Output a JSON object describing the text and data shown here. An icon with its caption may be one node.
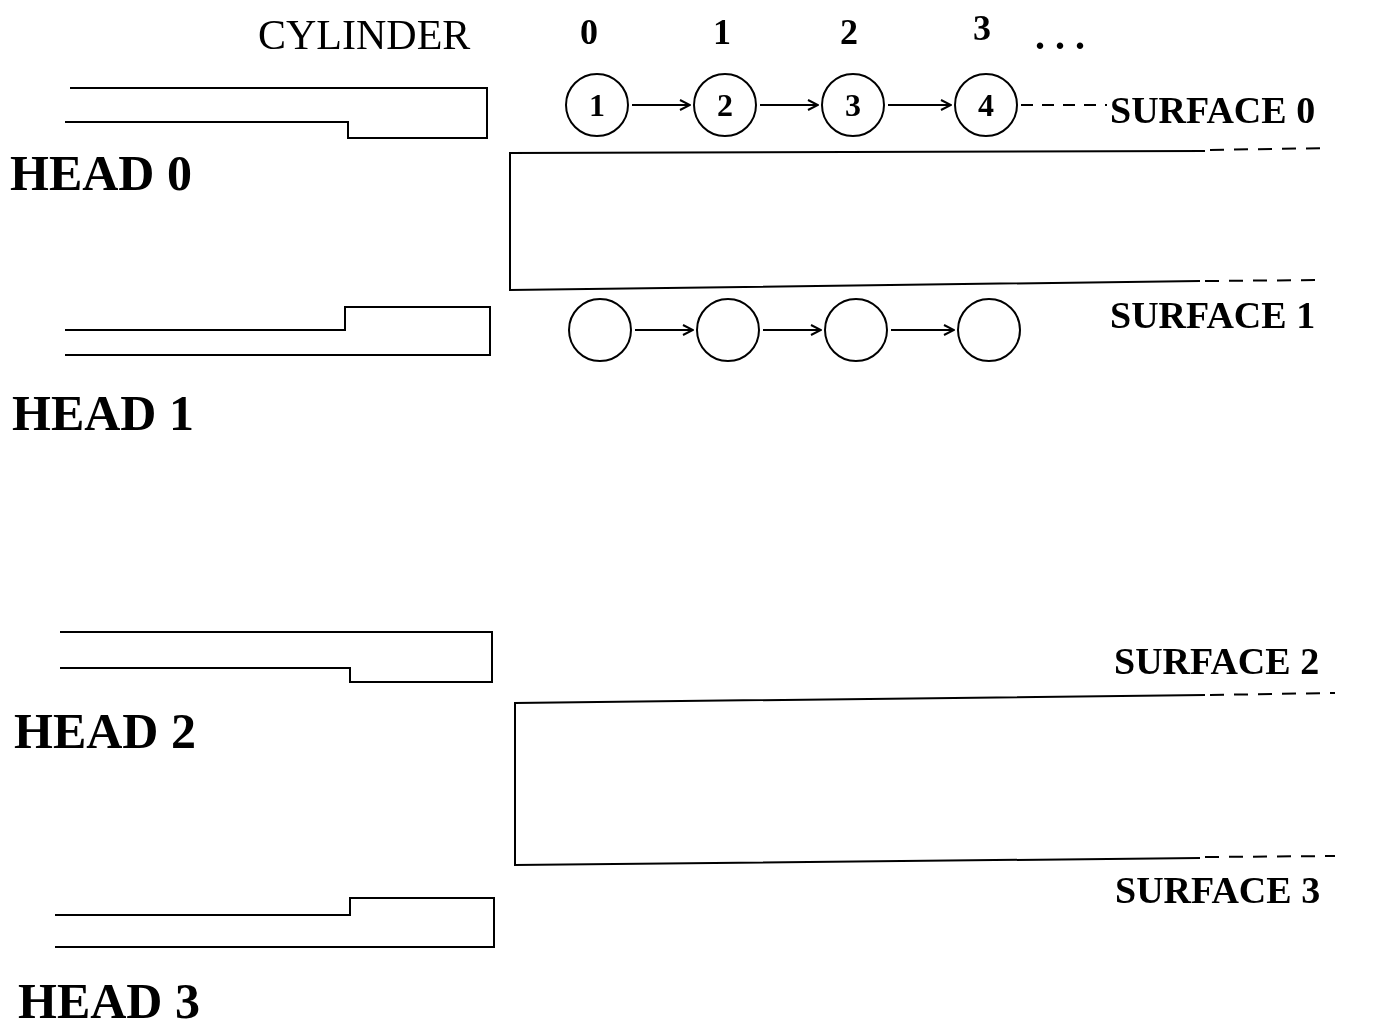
{
  "diagram": {
    "nodes": [
      {
        "text": [
          "1"
        ]
      },
      {
        "text": [
          "2"
        ]
      },
      {
        "text": [
          "3"
        ]
      },
      {
        "text": [
          "4"
        ]
      },
      {
        "text": [],
        "shape": "circle"
      },
      {
        "text": [],
        "shape": "circle"
      },
      {
        "text": [],
        "shape": "circle"
      },
      {
        "text": [],
        "shape": "circle"
      },
      {
        "text": [
          "SURFACE 0"
        ]
      }
    ],
    "edges": [
      {
        "from": 0,
        "to": 1,
        "arrow": "to"
      },
      {
        "from": 1,
        "to": 2,
        "arrow": "to"
      },
      {
        "from": 2,
        "to": 3,
        "arrow": "to"
      },
      {
        "from": 3,
        "to": 8,
        "arrow": "none",
        "style": "dashed"
      },
      {
        "from": 4,
        "to": 5,
        "arrow": "to"
      },
      {
        "from": 5,
        "to": 6,
        "arrow": "to"
      },
      {
        "from": 6,
        "to": 7,
        "arrow": "to"
      }
    ],
    "labels": [
      "CYLINDER",
      "0",
      "1",
      "2",
      "3",
      ". . .",
      "HEAD 0",
      "SURFACE 1",
      "HEAD 1",
      "SURFACE 2",
      "HEAD 2",
      "SURFACE 3",
      "HEAD 3"
    ]
  }
}
